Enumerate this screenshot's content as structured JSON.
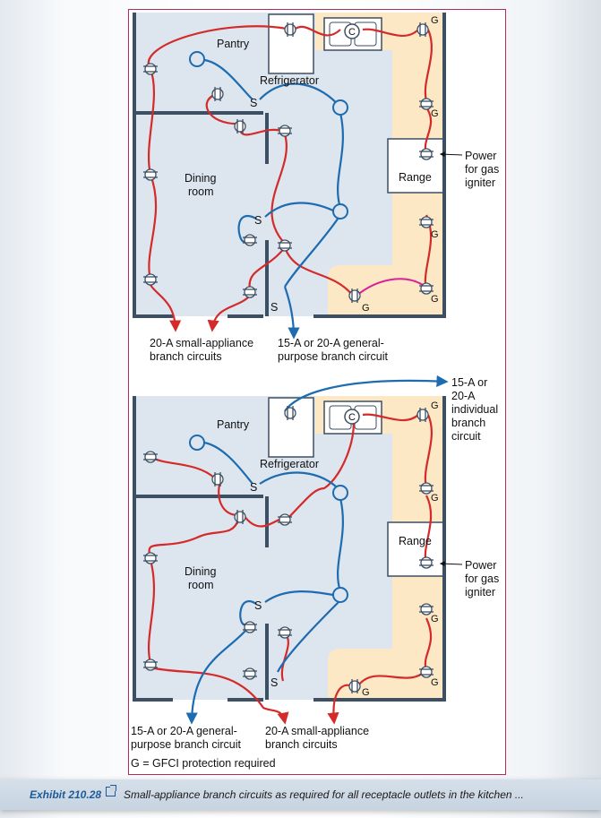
{
  "colors": {
    "frame_border": "#b22a5e",
    "room_fill": "#dde5ee",
    "kitchen_counter_fill": "#fce8c4",
    "wall": "#3d4f63",
    "small_appliance_circuit": "#d42a2a",
    "general_purpose_circuit": "#1d6bb0",
    "range_igniter_link": "#d8229a",
    "caption_label": "#1d5a99"
  },
  "icons": [
    "receptacle-icon",
    "gfci-receptacle-icon",
    "switch-icon",
    "ceiling-light-icon",
    "sink-icon",
    "clock-receptacle-icon",
    "arrow-icon",
    "external-link-icon"
  ],
  "top_plan": {
    "rooms": {
      "pantry": "Pantry",
      "refrigerator": "Refrigerator",
      "dining": [
        "Dining",
        "room"
      ],
      "range": "Range"
    },
    "power_label": [
      "Power",
      "for gas",
      "igniter"
    ],
    "circuit_labels": {
      "small_appliance": [
        "20-A small-appliance",
        "branch circuits"
      ],
      "general_purpose": [
        "15-A or 20-A general-",
        "purpose branch circuit"
      ]
    }
  },
  "bottom_plan": {
    "rooms": {
      "pantry": "Pantry",
      "refrigerator": "Refrigerator",
      "dining": [
        "Dining",
        "room"
      ],
      "range": "Range"
    },
    "power_label": [
      "Power",
      "for gas",
      "igniter"
    ],
    "individual_label": [
      "15-A or",
      "20-A",
      "individual",
      "branch",
      "circuit"
    ],
    "circuit_labels": {
      "general_purpose": [
        "15-A or 20-A general-",
        "purpose branch circuit"
      ],
      "small_appliance": [
        "20-A small-appliance",
        "branch circuits"
      ]
    },
    "legend": "G = GFCI protection required"
  },
  "symbols": {
    "switch": "S",
    "clock": "C",
    "gfci": "G"
  },
  "caption": {
    "label": "Exhibit 210.28",
    "text": "Small-appliance branch circuits as required for all receptacle outlets in the kitchen ..."
  }
}
